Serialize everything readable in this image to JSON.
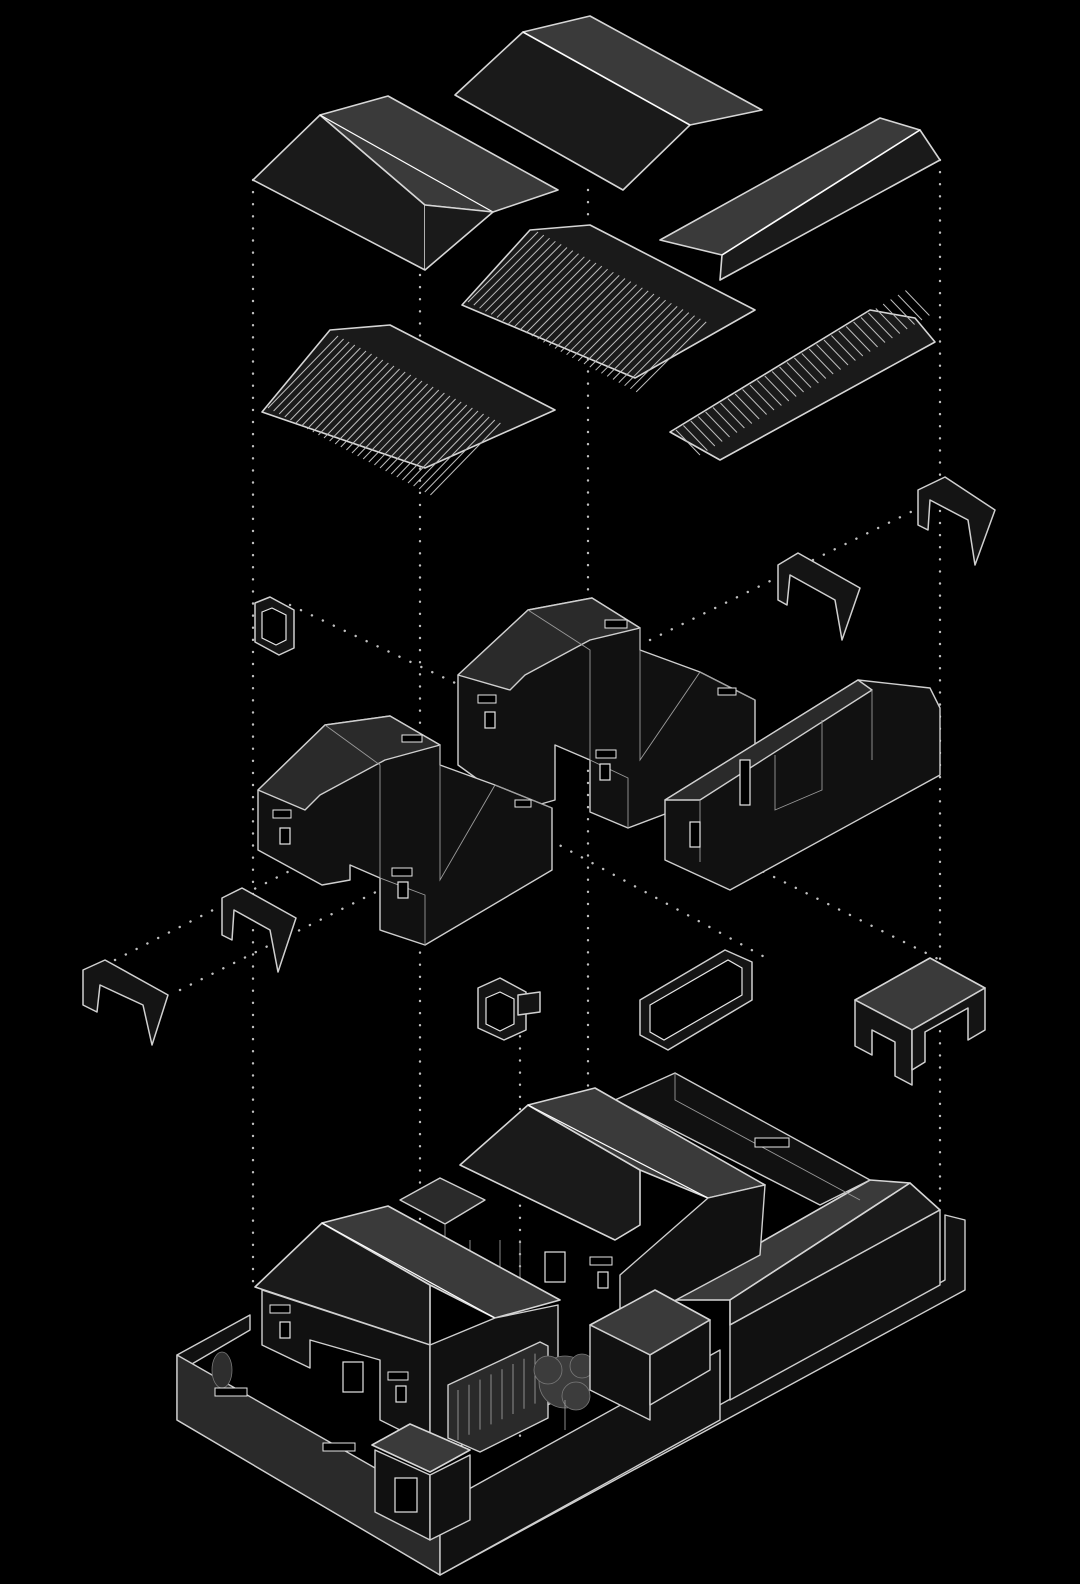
{
  "canvas": {
    "background": "#000000",
    "line_color": "#d6d6d6",
    "dot_color": "#bfbfbf"
  },
  "components": {
    "roof_shells": [
      "roof-shell-west",
      "roof-shell-north",
      "roof-shell-east"
    ],
    "rafter_frames": [
      "rafter-frame-west",
      "rafter-frame-center",
      "rafter-frame-east"
    ],
    "wall_volumes": [
      "house-west",
      "house-center",
      "house-east-long"
    ],
    "inserted_frames": [
      "frame-box-small",
      "frame-portal-nw",
      "frame-portal-ne",
      "frame-portal-left-1",
      "frame-portal-left-2",
      "frame-window-insert",
      "frame-tube",
      "frame-perforated-pavilion"
    ],
    "assembled_courtyard": "courtyard-assembly"
  }
}
